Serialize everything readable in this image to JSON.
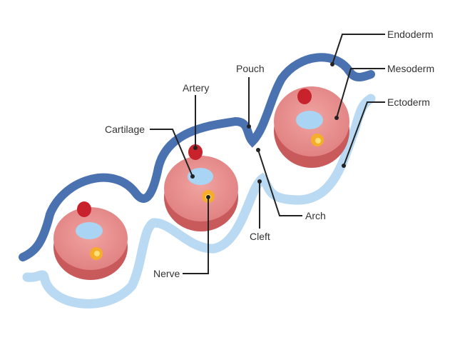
{
  "labels": {
    "endoderm": "Endoderm",
    "mesoderm": "Mesoderm",
    "ectoderm": "Ectoderm",
    "pouch": "Pouch",
    "artery": "Artery",
    "cartilage": "Cartilage",
    "arch": "Arch",
    "cleft": "Cleft",
    "nerve": "Nerve"
  },
  "colors": {
    "endoderm": "#4a72b0",
    "ectoderm": "#b9daf2",
    "mesoderm_top": "#e68f8f",
    "mesoderm_side": "#c95a5c",
    "artery": "#c8232d",
    "cartilage": "#a9d4f3",
    "nerve": "#f5ad2a",
    "leader_line": "#222222"
  }
}
